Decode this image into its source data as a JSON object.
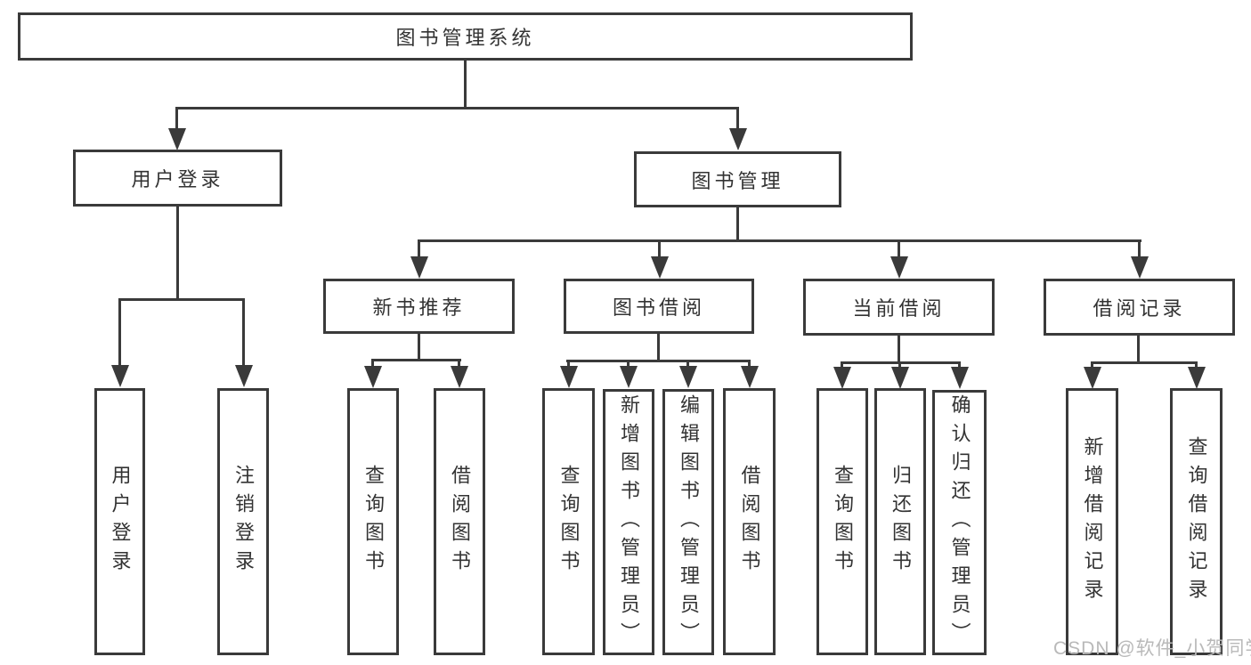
{
  "title": "图书管理系统",
  "branches": {
    "user_login": {
      "label": "用户登录",
      "children": [
        "用户登录",
        "注销登录"
      ]
    },
    "book_mgmt": {
      "label": "图书管理",
      "sections": [
        {
          "label": "新书推荐",
          "children": [
            "查询图书",
            "借阅图书"
          ]
        },
        {
          "label": "图书借阅",
          "children": [
            "查询图书",
            "新增图书（管理员）",
            "编辑图书（管理员）",
            "借阅图书"
          ]
        },
        {
          "label": "当前借阅",
          "children": [
            "查询图书",
            "归还图书",
            "确认归还（管理员）"
          ]
        },
        {
          "label": "借阅记录",
          "children": [
            "新增借阅记录",
            "查询借阅记录"
          ]
        }
      ]
    }
  },
  "watermark": "CSDN @软件_小贺同学",
  "colors": {
    "line": "#3a3a3a",
    "text": "#333333",
    "watermark": "#b9b9b9",
    "background": "#ffffff"
  }
}
